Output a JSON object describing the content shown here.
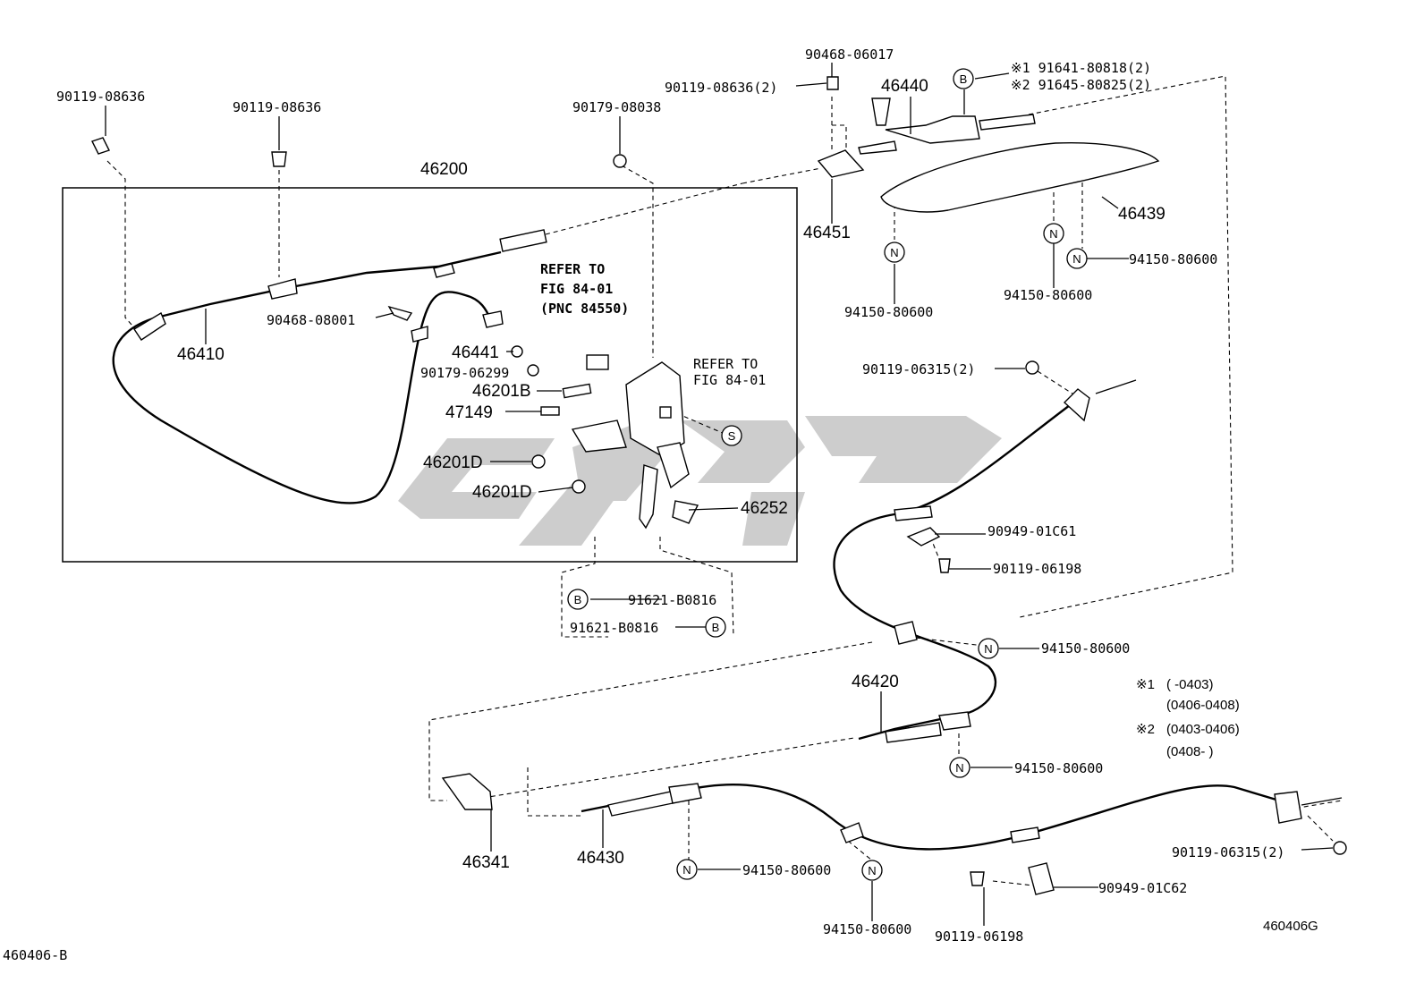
{
  "labels": {
    "p90119_08636_a": "90119-08636",
    "p90119_08636_b": "90119-08636",
    "p90179_08038": "90179-08038",
    "p46200": "46200",
    "p46410": "46410",
    "p90468_08001": "90468-08001",
    "p46441": "46441",
    "p90179_06299": "90179-06299",
    "p46201B": "46201B",
    "p47149": "47149",
    "p46201D_a": "46201D",
    "p46201D_b": "46201D",
    "p46252": "46252",
    "refer1_l1": "REFER TO",
    "refer1_l2": "FIG 84-01",
    "refer1_l3": "(PNC 84550)",
    "refer2_l1": "REFER TO",
    "refer2_l2": "FIG 84-01",
    "p91621_B0816_a": "91621-B0816",
    "p91621_B0816_b": "91621-B0816",
    "p90468_06017": "90468-06017",
    "p90119_08636_2": "90119-08636(2)",
    "p46440": "46440",
    "p91641_80818": "※1 91641-80818(2)",
    "p91645_80825": "※2 91645-80825(2)",
    "p46451": "46451",
    "p46439": "46439",
    "p94150_80600_a": "94150-80600",
    "p94150_80600_b": "94150-80600",
    "p94150_80600_c": "94150-80600",
    "p90119_06315_a": "90119-06315(2)",
    "p90949_01C61": "90949-01C61",
    "p90119_06198_a": "90119-06198",
    "p94150_80600_d": "94150-80600",
    "p46420": "46420",
    "p94150_80600_e": "94150-80600",
    "p46341": "46341",
    "p46430": "46430",
    "p94150_80600_f": "94150-80600",
    "p94150_80600_g": "94150-80600",
    "p90119_06198_b": "90119-06198",
    "p90949_01C62": "90949-01C62",
    "p90119_06315_b": "90119-06315(2)",
    "code_right": "460406G",
    "code_left": "460406-B"
  },
  "notes": {
    "n1_mark": "※1",
    "n1_l1": "(        -0403)",
    "n1_l2": "(0406-0408)",
    "n2_mark": "※2",
    "n2_l1": "(0403-0406)",
    "n2_l2": "(0408-        )"
  },
  "markers": {
    "N": "N",
    "B": "B",
    "S": "S"
  }
}
